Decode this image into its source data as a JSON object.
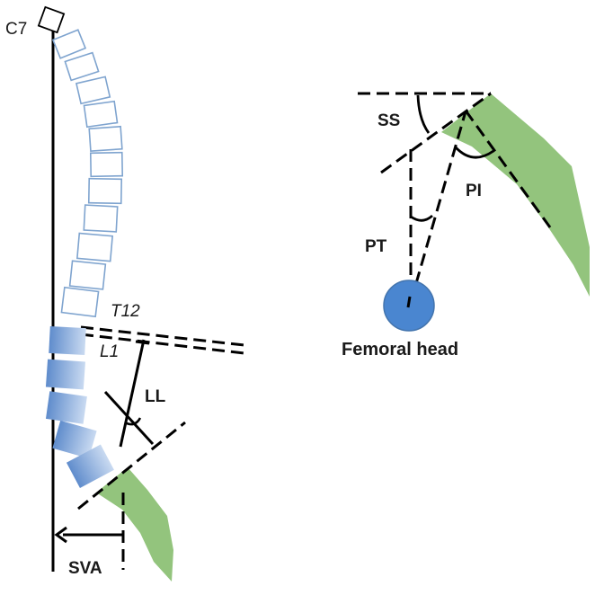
{
  "labels": {
    "c7": "C7",
    "t12": "T12",
    "l1": "L1",
    "ll": "LL",
    "sva": "SVA",
    "ss": "SS",
    "pi": "PI",
    "pt": "PT",
    "femoral_head": "Femoral head"
  },
  "colors": {
    "thoracic_vertebra_stroke": "#7fa4cf",
    "lumbar_vertebra_fill": "#6e97d0",
    "sacrum_fill": "#93c47d",
    "femoral_head_fill": "#4a86d0",
    "line": "#000000"
  }
}
